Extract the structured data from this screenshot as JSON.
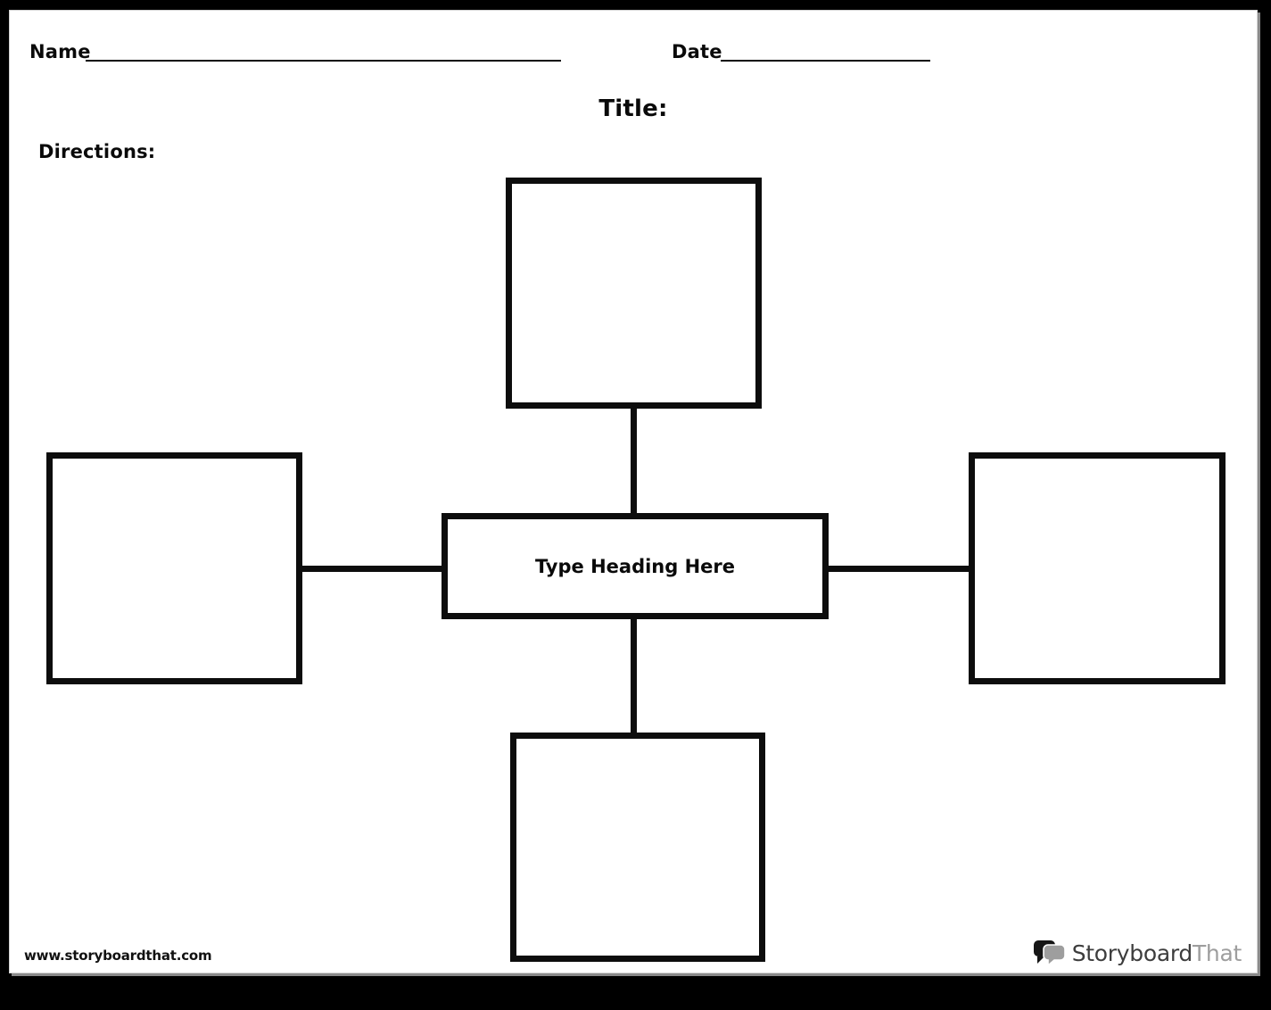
{
  "header": {
    "name_label": "Name",
    "date_label": "Date",
    "title_label": "Title:",
    "directions_label": "Directions:"
  },
  "diagram": {
    "type": "spider-map",
    "center_heading": "Type Heading Here",
    "node_boxes": [
      "top",
      "left",
      "right",
      "bottom"
    ],
    "node_box_contents": [
      "",
      "",
      "",
      ""
    ]
  },
  "footer": {
    "website_url": "www.storyboardthat.com",
    "brand_primary": "Storyboard",
    "brand_secondary": "That"
  },
  "colors": {
    "frame": "#000000",
    "paper": "#ffffff",
    "ink": "#0d0d0d",
    "page_shadow": "#8a8a8a",
    "brand_dark": "#3d3d3d",
    "brand_gray": "#9e9e9e"
  }
}
